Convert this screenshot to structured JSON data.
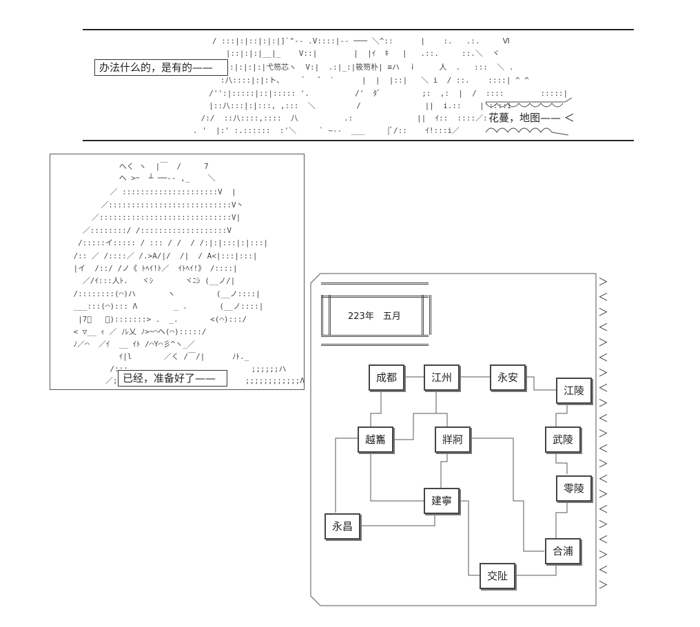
{
  "banner": {
    "left_speech": "办法什么的，是有的——",
    "right_speech": "花蔓，地图—— ＜",
    "art_lines": [
      "/ :::|:|::|:|:|]`\"-- .V::::|-- ─── ＼^::      |    :.   .:.     Ⅵ",
      "   |::|:|:|__|_    V::|        |  |ｲ  ｷ   |   .::.     ::.＼  ヾ",
      ": ::|:|:|:|:|弋笏芯ヽ  V:|  .:|_:|筱笏朴| ≡ハ  ｉ     人  .   :::  ＼ .",
      "   :八::::|:|:ト、     ゙   ゛ `      |  |  |::|   ＼ i  / ::.    ::::| ^ ^",
      "  /'':|:::::|::|::::: '.          /'  ﾀﾞ         ;:  ,:  |  /  ::::        :::::|",
      "  |::八:::|:|:::, ,:::  ＼         /              ||  i.::    |`::::i",
      " /:/  ::八::::,::::  八          .:              ||  ｲ::  ::::／:i",
      ". '  |:' :.::::::  :'＼     ` ~--  ___     |ﾞ/::    ｲ!:::i／"
    ]
  },
  "portrait": {
    "speech": "已经，准备好了——",
    "art_lines": [
      "              へく ヽ  |￣  /     7",
      "              へ >ｰ  ┴ ──‐- ,_    ＼",
      "            ／ :::::::::::::::::::::V  |",
      "          ／:::::::::::::::::::::::::::V丶",
      "        ／:::::::::::::::::::::::::::::V|",
      "      ／::::::::/ /:::::::::::::::::::V",
      "     /:::::イ::::: / ::: / /  / /:|:|:::|:|:::|",
      "    /:: ／ /::::／ /.>A/|/  /|  / A<|:::|:::|",
      "    |イ  /::/ /ノ《 ﾄﾍｲ!ﾄ／  ｲﾄﾍｲ!》 /::::|",
      "      ／/ｲ:::人ﾄ.   ヾｼ       ヾﾆｼ (__ノ/|",
      "    /::::::::(⌒)ハ       ヽ         (__ノ::::|",
      "    ___:::(⌒)::: Λ        _ .       (__ノ::::|",
      "     |7ﾞ   ￣):::::::> .  _.       <(⌒):::/",
      "    < ▽__ ｨ ／ ﾉﾚ乂 ﾉ>ｰ⌒ヘ(⌒):::::/",
      "    ﾉ／⌒  ／ｲ  __ ｲﾄ /⌒Y⌒彡^ヽ_／",
      "              ｲ|l       ／く /￣/|      ﾉﾄ._",
      "            /:::                           ;;;;;;ハ",
      "           ／;;;                          ;;;;;;;;;;;;Λ"
    ]
  },
  "map": {
    "date_label": "223年　五月",
    "nodes": [
      {
        "id": "chengdu",
        "label": "成都"
      },
      {
        "id": "jiangzhou",
        "label": "江州"
      },
      {
        "id": "yongan",
        "label": "永安"
      },
      {
        "id": "jiangling",
        "label": "江陵"
      },
      {
        "id": "yuesui",
        "label": "越雟"
      },
      {
        "id": "zangke",
        "label": "牂牁"
      },
      {
        "id": "wuling",
        "label": "武陵"
      },
      {
        "id": "lingling",
        "label": "零陵"
      },
      {
        "id": "jianning",
        "label": "建寧"
      },
      {
        "id": "yongchang",
        "label": "永昌"
      },
      {
        "id": "hepu",
        "label": "合浦"
      },
      {
        "id": "jiaozhi",
        "label": "交阯"
      }
    ]
  }
}
